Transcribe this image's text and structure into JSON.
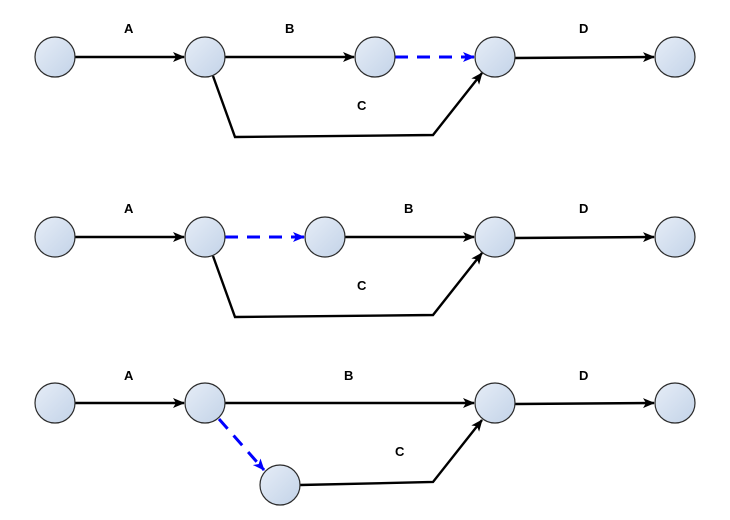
{
  "colors": {
    "node_fill_light": "#e6edf7",
    "node_fill_dark": "#c3d3e8",
    "node_stroke": "#2b2b2b",
    "edge": "#000000",
    "dummy_edge": "#0000ff"
  },
  "diagrams": [
    {
      "name": "network-1",
      "labels": {
        "A": "A",
        "B": "B",
        "C": "C",
        "D": "D"
      },
      "edges": [
        {
          "label": "A",
          "from": 0,
          "to": 1,
          "type": "activity"
        },
        {
          "label": "B",
          "from": 1,
          "to": 2,
          "type": "activity"
        },
        {
          "label": "",
          "from": 2,
          "to": 3,
          "type": "dummy"
        },
        {
          "label": "C",
          "from": 1,
          "to": 3,
          "type": "activity"
        },
        {
          "label": "D",
          "from": 3,
          "to": 4,
          "type": "activity"
        }
      ]
    },
    {
      "name": "network-2",
      "labels": {
        "A": "A",
        "B": "B",
        "C": "C",
        "D": "D"
      },
      "edges": [
        {
          "label": "A",
          "from": 0,
          "to": 1,
          "type": "activity"
        },
        {
          "label": "",
          "from": 1,
          "to": 2,
          "type": "dummy"
        },
        {
          "label": "B",
          "from": 2,
          "to": 3,
          "type": "activity"
        },
        {
          "label": "C",
          "from": 1,
          "to": 3,
          "type": "activity"
        },
        {
          "label": "D",
          "from": 3,
          "to": 4,
          "type": "activity"
        }
      ]
    },
    {
      "name": "network-3",
      "labels": {
        "A": "A",
        "B": "B",
        "C": "C",
        "D": "D"
      },
      "edges": [
        {
          "label": "A",
          "from": 0,
          "to": 1,
          "type": "activity"
        },
        {
          "label": "B",
          "from": 1,
          "to": 3,
          "type": "activity"
        },
        {
          "label": "",
          "from": 1,
          "to": 2,
          "type": "dummy"
        },
        {
          "label": "C",
          "from": 2,
          "to": 3,
          "type": "activity"
        },
        {
          "label": "D",
          "from": 3,
          "to": 4,
          "type": "activity"
        }
      ]
    }
  ]
}
